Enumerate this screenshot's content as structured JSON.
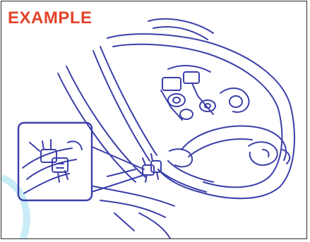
{
  "label": {
    "text": "EXAMPLE",
    "color": "#e2442a"
  },
  "illustration": {
    "subject": "child-seat-installation-line-drawing",
    "line_color": "#3b3fa8",
    "watermark_color": "#c9ecf7",
    "inset": "zoomed-latch-connector-detail"
  }
}
